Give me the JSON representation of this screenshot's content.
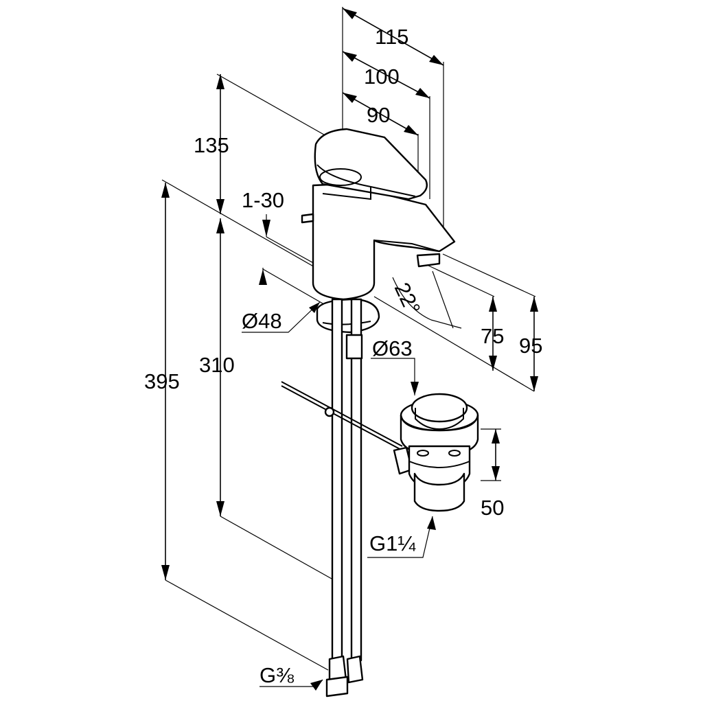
{
  "dimensions": {
    "d115": "115",
    "d100": "100",
    "d90": "90",
    "d135": "135",
    "d1_30": "1-30",
    "d395": "395",
    "d310": "310",
    "d22": "22°",
    "d75": "75",
    "d95": "95",
    "d48": "Ø48",
    "d63": "Ø63",
    "d50": "50",
    "g114": "G1¼",
    "g38": "G⅜"
  }
}
